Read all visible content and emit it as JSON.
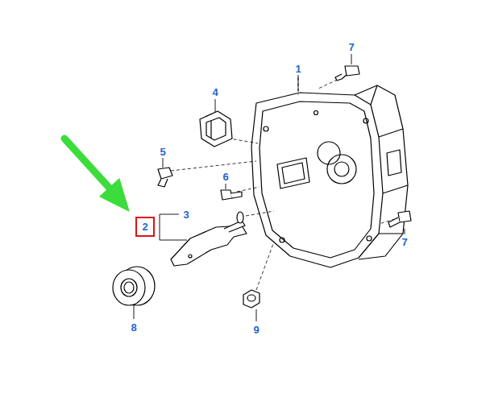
{
  "diagram": {
    "nodes": [
      {
        "text": [
          "2"
        ]
      }
    ],
    "labels": [
      "1",
      "7",
      "4",
      "5",
      "6",
      "3",
      "7",
      "8",
      "9"
    ]
  }
}
